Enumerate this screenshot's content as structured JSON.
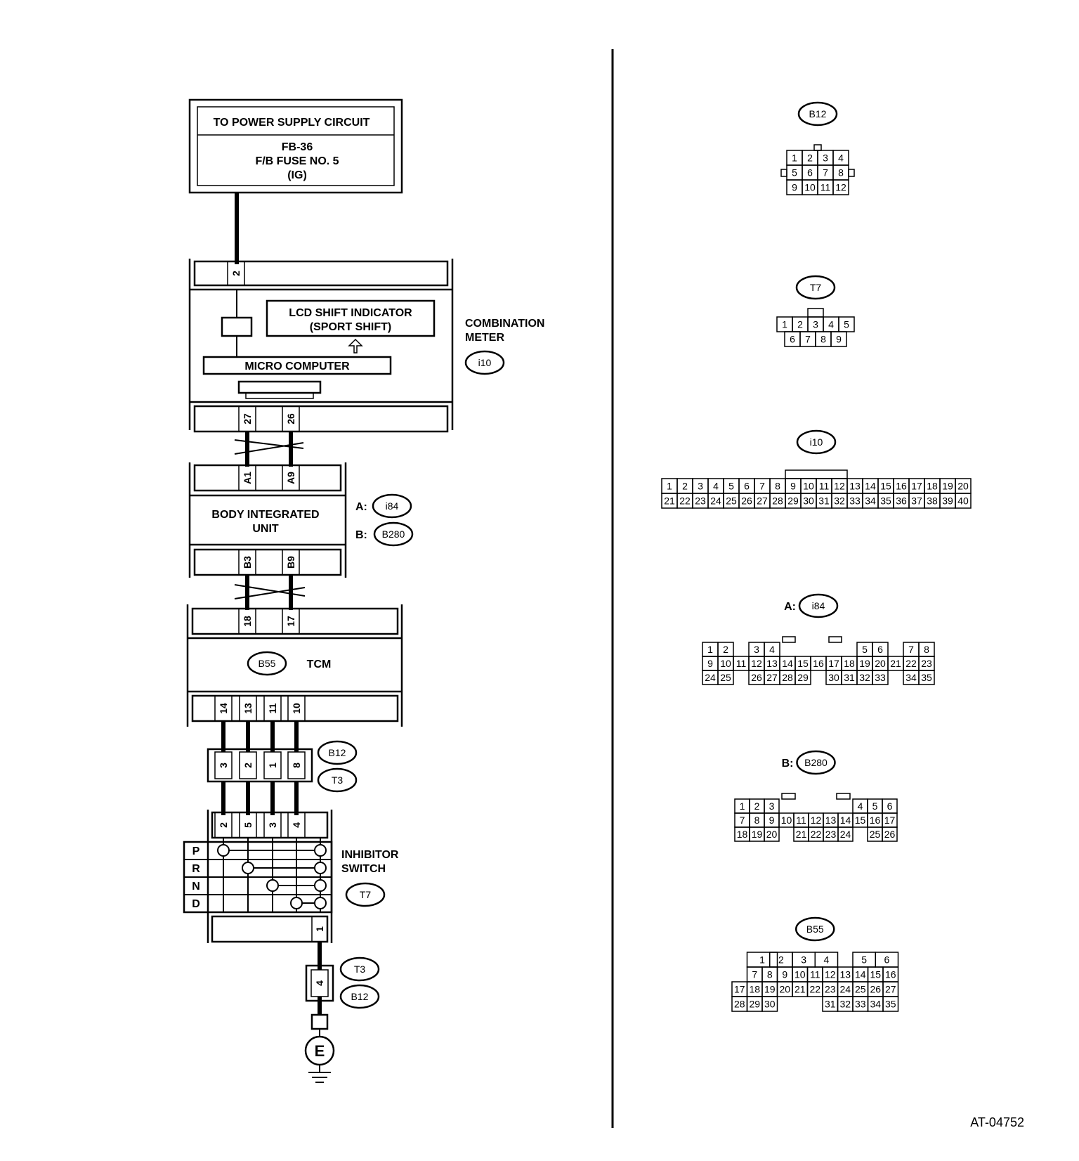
{
  "power": {
    "title": "TO POWER SUPPLY CIRCUIT",
    "line1": "FB-36",
    "line2": "F/B FUSE NO. 5",
    "line3": "(IG)"
  },
  "meter": {
    "lcd_line1": "LCD SHIFT INDICATOR",
    "lcd_line2": "(SPORT SHIFT)",
    "micro": "MICRO COMPUTER",
    "name_line1": "COMBINATION",
    "name_line2": "METER",
    "code": "i10",
    "pin_top": "2",
    "pin_left": "27",
    "pin_right": "26"
  },
  "biu": {
    "line1": "BODY INTEGRATED",
    "line2": "UNIT",
    "a_label": "A:",
    "a_code": "i84",
    "b_label": "B:",
    "b_code": "B280",
    "pins_top": [
      "A1",
      "A9"
    ],
    "pins_bottom": [
      "B3",
      "B9"
    ]
  },
  "tcm": {
    "name": "TCM",
    "code": "B55",
    "pins_top": [
      "18",
      "17"
    ],
    "pins_bottom": [
      "14",
      "13",
      "11",
      "10"
    ]
  },
  "joint": {
    "code1": "B12",
    "code2": "T3",
    "pins": [
      "3",
      "2",
      "1",
      "8"
    ]
  },
  "inhibitor": {
    "name_line1": "INHIBITOR",
    "name_line2": "SWITCH",
    "code": "T7",
    "pins_top": [
      "2",
      "5",
      "3",
      "4"
    ],
    "pin_bottom": "1",
    "positions": [
      "P",
      "R",
      "N",
      "D"
    ]
  },
  "ground": {
    "code1": "T3",
    "code2": "B12",
    "pin": "4",
    "symbol": "E"
  },
  "connectors": {
    "b12": {
      "code": "B12",
      "rows": [
        [
          "1",
          "2",
          "3",
          "4"
        ],
        [
          "5",
          "6",
          "7",
          "8"
        ],
        [
          "9",
          "10",
          "11",
          "12"
        ]
      ]
    },
    "t7": {
      "code": "T7",
      "rows": [
        [
          "1",
          "2",
          "3",
          "4",
          "5"
        ],
        [
          "6",
          "7",
          "8",
          "9"
        ]
      ]
    },
    "i10": {
      "code": "i10",
      "rows": [
        [
          "1",
          "2",
          "3",
          "4",
          "5",
          "6",
          "7",
          "8",
          "9",
          "10",
          "11",
          "12",
          "13",
          "14",
          "15",
          "16",
          "17",
          "18",
          "19",
          "20"
        ],
        [
          "21",
          "22",
          "23",
          "24",
          "25",
          "26",
          "27",
          "28",
          "29",
          "30",
          "31",
          "32",
          "33",
          "34",
          "35",
          "36",
          "37",
          "38",
          "39",
          "40"
        ]
      ]
    },
    "i84": {
      "prefix": "A:",
      "code": "i84",
      "rows": [
        [
          "1",
          "2",
          "",
          "3",
          "4",
          "",
          "",
          "",
          "",
          "",
          "5",
          "6",
          "",
          "7",
          "8"
        ],
        [
          "9",
          "10",
          "11",
          "12",
          "13",
          "14",
          "15",
          "16",
          "17",
          "18",
          "19",
          "20",
          "21",
          "22",
          "23"
        ],
        [
          "24",
          "25",
          "",
          "26",
          "27",
          "28",
          "29",
          "",
          "30",
          "31",
          "32",
          "33",
          "",
          "34",
          "35"
        ]
      ]
    },
    "b280": {
      "prefix": "B:",
      "code": "B280",
      "rows": [
        [
          "1",
          "2",
          "3",
          "",
          "",
          "",
          "",
          "",
          "4",
          "5",
          "6"
        ],
        [
          "7",
          "8",
          "9",
          "10",
          "11",
          "12",
          "13",
          "14",
          "15",
          "16",
          "17"
        ],
        [
          "18",
          "19",
          "20",
          "",
          "21",
          "22",
          "23",
          "24",
          "",
          "25",
          "26"
        ]
      ]
    },
    "b55": {
      "code": "B55",
      "rows": [
        [
          "",
          "1",
          "",
          "2",
          "",
          "3",
          "",
          "4",
          "",
          "5",
          "",
          "6"
        ],
        [
          "",
          "7",
          "8",
          "9",
          "10",
          "11",
          "12",
          "13",
          "14",
          "15",
          "16"
        ],
        [
          "17",
          "18",
          "19",
          "20",
          "21",
          "22",
          "23",
          "24",
          "25",
          "26",
          "27"
        ],
        [
          "28",
          "29",
          "30",
          "",
          "",
          "",
          "31",
          "32",
          "33",
          "34",
          "35"
        ]
      ]
    }
  },
  "figure_id": "AT-04752"
}
